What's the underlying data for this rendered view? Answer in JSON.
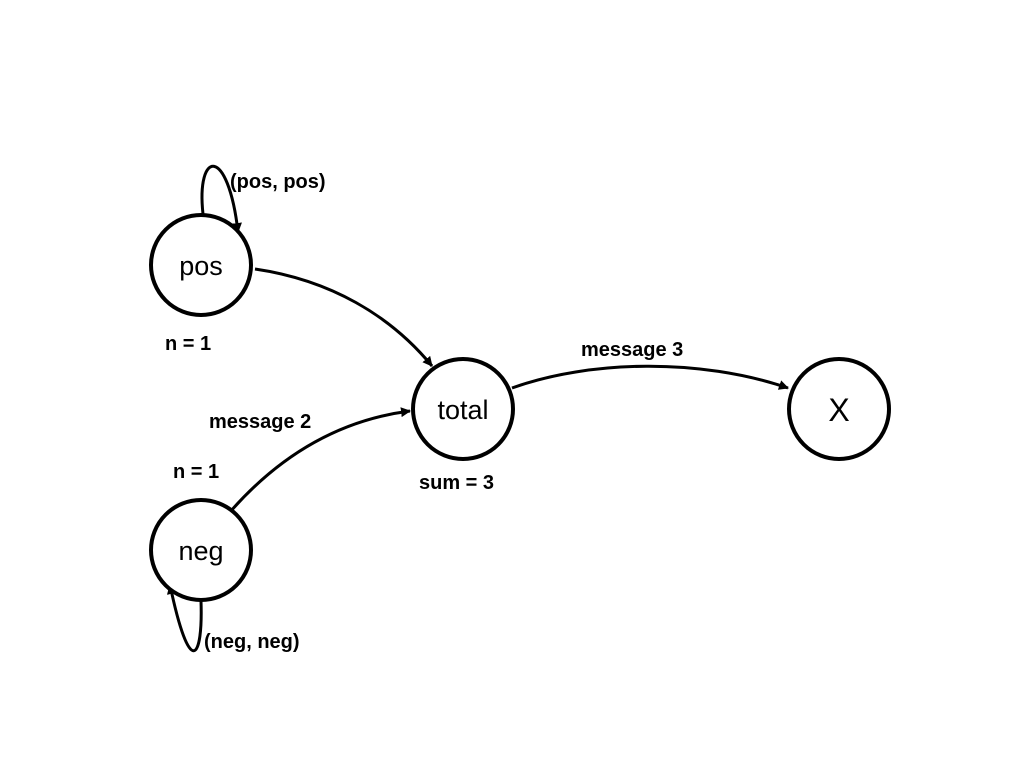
{
  "diagram": {
    "nodes": {
      "pos": "pos",
      "neg": "neg",
      "total": "total",
      "x": "X"
    },
    "edges": {
      "pos_self": "(pos, pos)",
      "neg_self": "(neg, neg)",
      "neg_to_total": "message 2",
      "total_to_x": "message 3"
    },
    "annotations": {
      "pos_n": "n = 1",
      "neg_n": "n = 1",
      "total_sum": "sum = 3"
    }
  }
}
